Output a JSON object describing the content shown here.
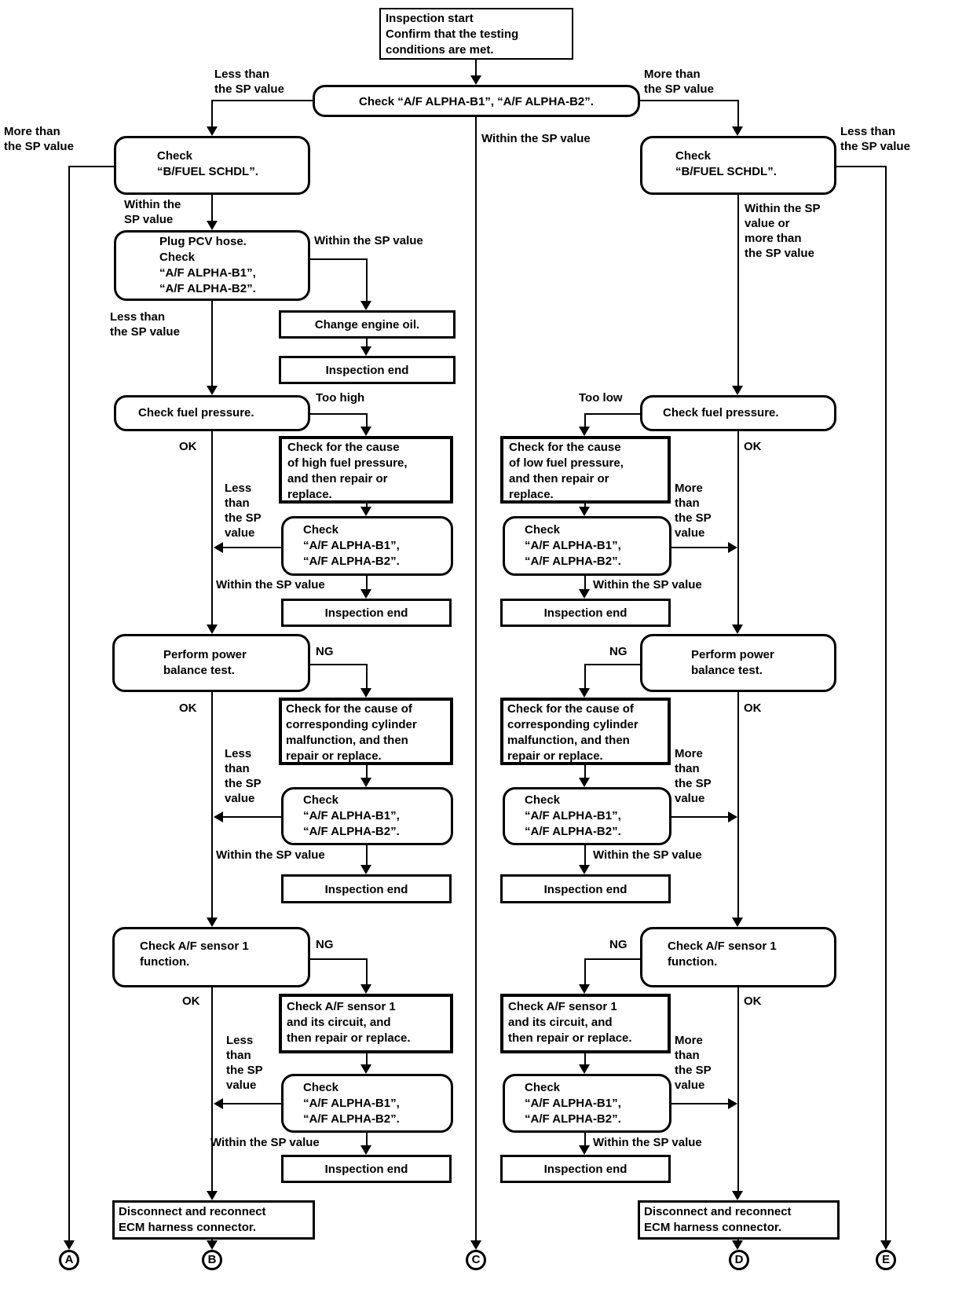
{
  "texts": {
    "start": "Inspection start\nConfirm that the testing\nconditions are met.",
    "check_af_inline": "Check “A/F ALPHA-B1”, “A/F ALPHA-B2”.",
    "check_af": "Check\n“A/F ALPHA-B1”,\n“A/F ALPHA-B2”.",
    "check_bfuel": "Check\n“B/FUEL SCHDL”.",
    "plug_pcv": "Plug PCV hose.\nCheck\n“A/F ALPHA-B1”,\n“A/F ALPHA-B2”.",
    "change_oil": "Change engine oil.",
    "inspection_end": "Inspection end",
    "check_fuel_pressure": "Check fuel pressure.",
    "cause_high": "Check for the cause\nof high fuel pressure,\nand then repair or\nreplace.",
    "cause_low": "Check for the cause\nof low fuel pressure,\nand then repair or\nreplace.",
    "power_balance": "Perform power\nbalance test.",
    "cause_cylinder": "Check for the cause of\ncorresponding cylinder\nmalfunction, and then\nrepair or replace.",
    "check_sensor": "Check A/F sensor 1\nfunction.",
    "sensor_circuit": "Check A/F sensor 1\nand its circuit, and\nthen repair or replace.",
    "disconnect": "Disconnect and reconnect\nECM harness connector.",
    "less_than_2": "Less than\nthe SP value",
    "more_than_2": "More than\nthe SP value",
    "within_1": "Within the SP value",
    "within_2": "Within the\nSP value",
    "within_or_more": "Within the SP\nvalue or\nmore than\nthe SP value",
    "less_stack": "Less\nthan\nthe SP\nvalue",
    "more_stack": "More\nthan\nthe SP\nvalue",
    "ok": "OK",
    "ng": "NG",
    "too_high": "Too high",
    "too_low": "Too low"
  },
  "connectors": {
    "a": "A",
    "b": "B",
    "c": "C",
    "d": "D",
    "e": "E"
  },
  "colors": {
    "ink": "#000000",
    "paper": "#ffffff"
  }
}
